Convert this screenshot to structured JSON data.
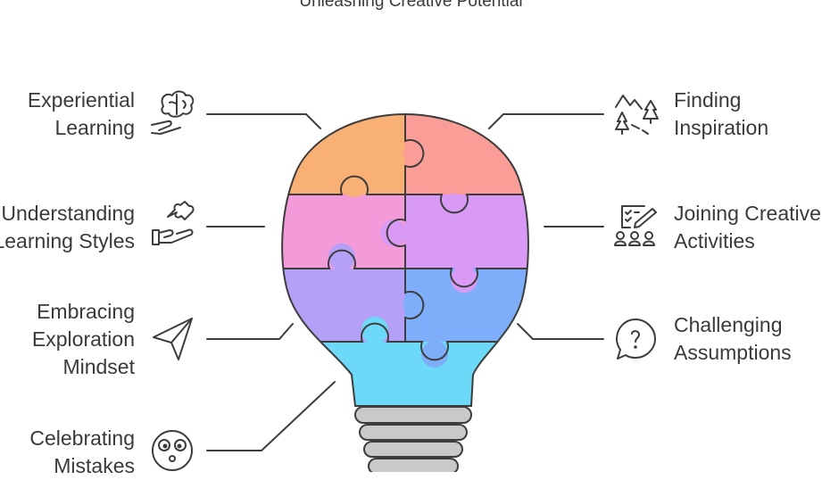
{
  "title": "Unleashing Creative Potential",
  "left_items": [
    {
      "lines": [
        "Experiential",
        "Learning"
      ],
      "icon": "brain-hand-icon"
    },
    {
      "lines": [
        "Understanding",
        "Learning Styles"
      ],
      "icon": "puzzle-hand-icon"
    },
    {
      "lines": [
        "Embracing",
        "Exploration",
        "Mindset"
      ],
      "icon": "paper-plane-icon"
    },
    {
      "lines": [
        "Celebrating",
        "Mistakes"
      ],
      "icon": "surprised-face-icon"
    }
  ],
  "right_items": [
    {
      "lines": [
        "Finding",
        "Inspiration"
      ],
      "icon": "mountain-trees-icon"
    },
    {
      "lines": [
        "Joining Creative",
        "Activities"
      ],
      "icon": "group-checklist-icon"
    },
    {
      "lines": [
        "Challenging",
        "Assumptions"
      ],
      "icon": "question-bubble-icon"
    }
  ],
  "colors": {
    "orange": "#F8B074",
    "red": "#F99D96",
    "pink": "#F39AD9",
    "violet": "#D89AF5",
    "purple": "#B5A0F7",
    "blue": "#7EADF9",
    "cyan": "#6DD9F8",
    "outline": "#3d3d3d",
    "text": "#3a3a3a"
  }
}
